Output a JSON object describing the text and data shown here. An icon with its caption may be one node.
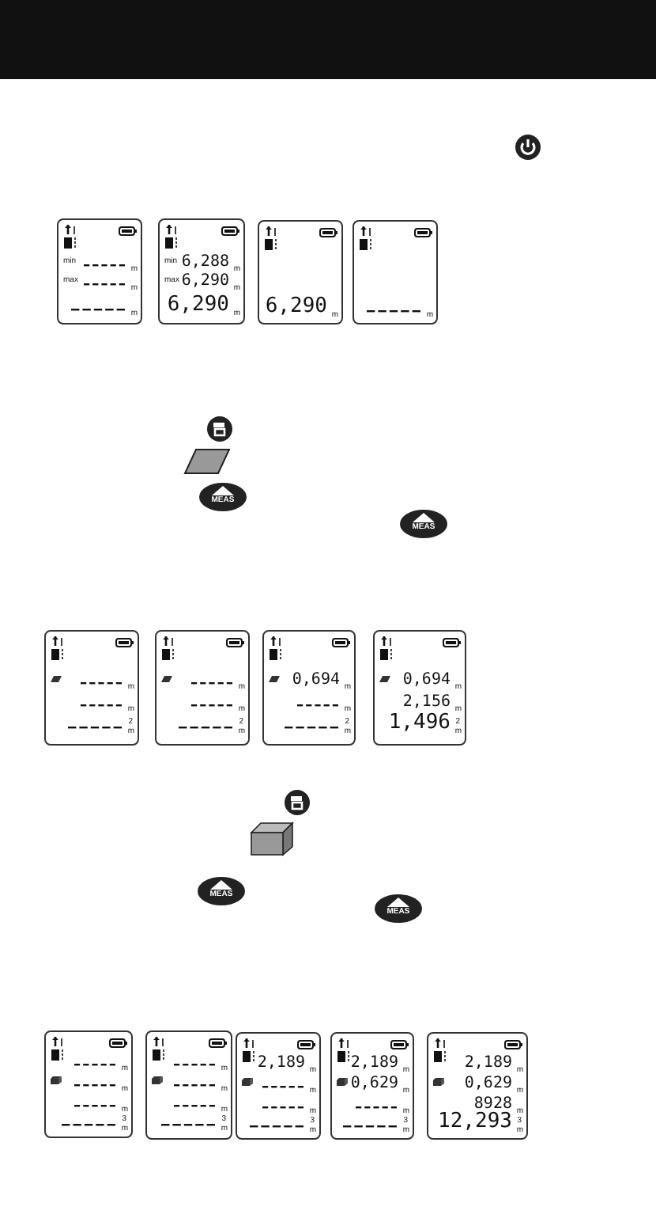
{
  "diagram": {
    "labels": [
      "min",
      "m",
      "max",
      "m",
      "m",
      "min",
      "6,288",
      "m",
      "max",
      "6,290",
      "m",
      "6,290",
      "m",
      "6,290",
      "m",
      "m",
      "MEAS",
      "MEAS",
      "m",
      "m",
      "2",
      "m",
      "m",
      "m",
      "2",
      "m",
      "0,694",
      "m",
      "m",
      "2",
      "m",
      "0,694",
      "m",
      "2,156",
      "m",
      "1,496",
      "2",
      "m",
      "MEAS",
      "MEAS",
      "m",
      "m",
      "m",
      "3",
      "m",
      "m",
      "m",
      "m",
      "3",
      "m",
      "2,189",
      "m",
      "m",
      "m",
      "3",
      "m",
      "2,189",
      "m",
      "0,629",
      "m",
      "m",
      "3",
      "m",
      "2,189",
      "m",
      "0,629",
      "m",
      "8928",
      "m",
      "12,293",
      "3",
      "m"
    ]
  }
}
